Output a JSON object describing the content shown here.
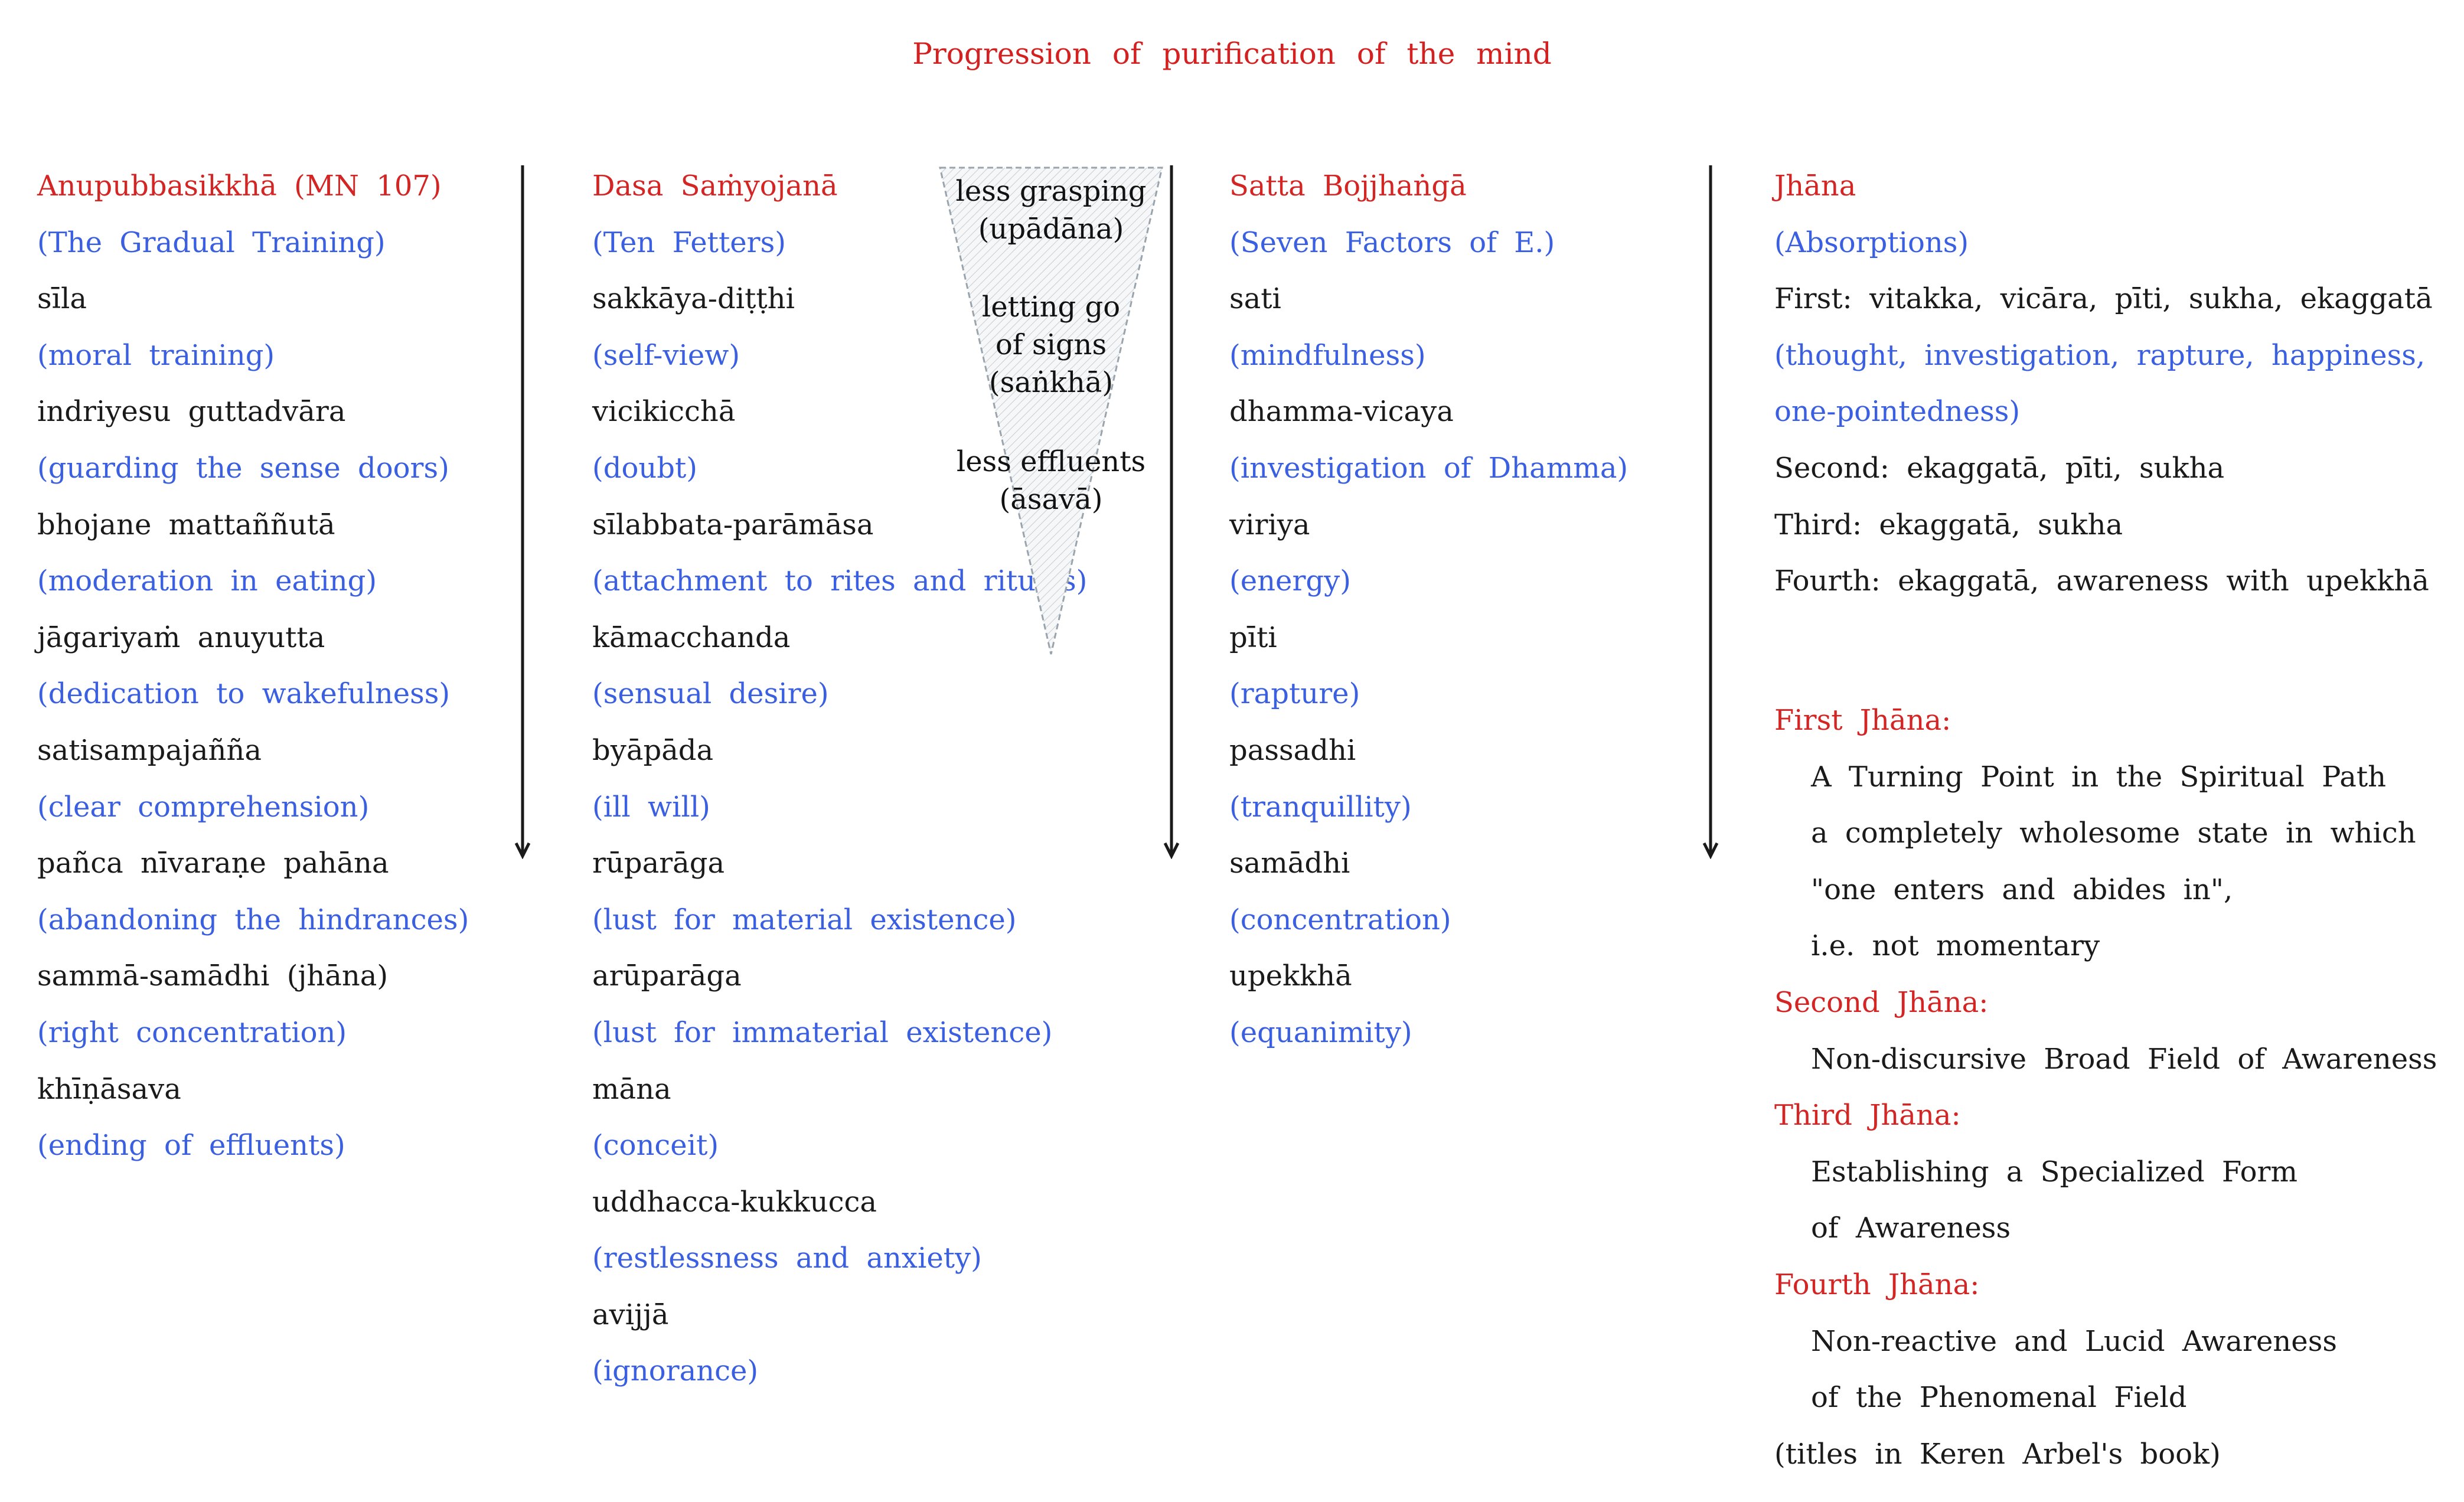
{
  "title": "Progression of purification of the mind",
  "columns": {
    "anupubba": {
      "lines": [
        {
          "text": "Anupubbasikkhā (MN 107)",
          "style": "red"
        },
        {
          "text": "(The Gradual Training)",
          "style": "blue"
        },
        {
          "text": "sīla",
          "style": "blk"
        },
        {
          "text": "(moral training)",
          "style": "blue"
        },
        {
          "text": "indriyesu guttadvāra",
          "style": "blk"
        },
        {
          "text": "(guarding the sense doors)",
          "style": "blue"
        },
        {
          "text": "bhojane mattaññutā",
          "style": "blk"
        },
        {
          "text": "(moderation in eating)",
          "style": "blue"
        },
        {
          "text": "jāgariyaṁ anuyutta",
          "style": "blk"
        },
        {
          "text": "(dedication to wakefulness)",
          "style": "blue"
        },
        {
          "text": "satisampajañña",
          "style": "blk"
        },
        {
          "text": "(clear comprehension)",
          "style": "blue"
        },
        {
          "text": "pañca nīvaraṇe pahāna",
          "style": "blk"
        },
        {
          "text": "(abandoning the hindrances)",
          "style": "blue"
        },
        {
          "text": "sammā-samādhi (jhāna)",
          "style": "blk"
        },
        {
          "text": "(right concentration)",
          "style": "blue"
        },
        {
          "text": "khīṇāsava",
          "style": "blk"
        },
        {
          "text": "(ending of effluents)",
          "style": "blue"
        }
      ]
    },
    "samyojana": {
      "lines": [
        {
          "text": "Dasa Saṁyojanā",
          "style": "red"
        },
        {
          "text": "(Ten Fetters)",
          "style": "blue"
        },
        {
          "text": "sakkāya-diṭṭhi",
          "style": "blk"
        },
        {
          "text": "(self-view)",
          "style": "blue"
        },
        {
          "text": "vicikicchā",
          "style": "blk"
        },
        {
          "text": "(doubt)",
          "style": "blue"
        },
        {
          "text": "sīlabbata-parāmāsa",
          "style": "blk"
        },
        {
          "text": "(attachment to rites and rituals)",
          "style": "blue"
        },
        {
          "text": "kāmacchanda",
          "style": "blk"
        },
        {
          "text": "(sensual desire)",
          "style": "blue"
        },
        {
          "text": "byāpāda",
          "style": "blk"
        },
        {
          "text": "(ill will)",
          "style": "blue"
        },
        {
          "text": "rūparāga",
          "style": "blk"
        },
        {
          "text": "(lust for material existence)",
          "style": "blue"
        },
        {
          "text": "arūparāga",
          "style": "blk"
        },
        {
          "text": "(lust for immaterial existence)",
          "style": "blue"
        },
        {
          "text": "māna",
          "style": "blk"
        },
        {
          "text": "(conceit)",
          "style": "blue"
        },
        {
          "text": "uddhacca-kukkucca",
          "style": "blk"
        },
        {
          "text": "(restlessness and anxiety)",
          "style": "blue"
        },
        {
          "text": "avijjā",
          "style": "blk"
        },
        {
          "text": "(ignorance)",
          "style": "blue"
        }
      ]
    },
    "bojjhanga": {
      "lines": [
        {
          "text": "Satta Bojjhaṅgā",
          "style": "red"
        },
        {
          "text": "(Seven Factors of E.)",
          "style": "blue"
        },
        {
          "text": "sati",
          "style": "blk"
        },
        {
          "text": "(mindfulness)",
          "style": "blue"
        },
        {
          "text": "dhamma-vicaya",
          "style": "blk"
        },
        {
          "text": "(investigation of Dhamma)",
          "style": "blue"
        },
        {
          "text": "viriya",
          "style": "blk"
        },
        {
          "text": "(energy)",
          "style": "blue"
        },
        {
          "text": "pīti",
          "style": "blk"
        },
        {
          "text": "(rapture)",
          "style": "blue"
        },
        {
          "text": "passadhi",
          "style": "blk"
        },
        {
          "text": "(tranquillity)",
          "style": "blue"
        },
        {
          "text": "samādhi",
          "style": "blk"
        },
        {
          "text": "(concentration)",
          "style": "blue"
        },
        {
          "text": "upekkhā",
          "style": "blk"
        },
        {
          "text": "(equanimity)",
          "style": "blue"
        }
      ]
    },
    "jhana": {
      "lines": [
        {
          "text": "Jhāna",
          "style": "red"
        },
        {
          "text": "(Absorptions)",
          "style": "blue"
        },
        {
          "text": "First: vitakka, vicāra, pīti, sukha, ekaggatā",
          "style": "blk"
        },
        {
          "text": "(thought, investigation, rapture, happiness,",
          "style": "blue"
        },
        {
          "text": "one-pointedness)",
          "style": "blue"
        },
        {
          "text": "Second: ekaggatā, pīti, sukha",
          "style": "blk"
        },
        {
          "text": "Third: ekaggatā, sukha",
          "style": "blk"
        },
        {
          "text": "Fourth: ekaggatā, awareness with upekkhā",
          "style": "blk"
        }
      ]
    },
    "jhana_titles": {
      "lines": [
        {
          "text": "First Jhāna:",
          "style": "red"
        },
        {
          "text": "A Turning Point in the Spiritual Path",
          "style": "blk ind"
        },
        {
          "text": "a completely wholesome state in which",
          "style": "blk ind"
        },
        {
          "text": "\"one enters and abides in\",",
          "style": "blk ind"
        },
        {
          "text": "i.e. not momentary",
          "style": "blk ind"
        },
        {
          "text": "Second Jhāna:",
          "style": "red"
        },
        {
          "text": "Non-discursive Broad Field of Awareness",
          "style": "blk ind"
        },
        {
          "text": "Third Jhāna:",
          "style": "red"
        },
        {
          "text": "Establishing a Specialized Form",
          "style": "blk ind"
        },
        {
          "text": "of Awareness",
          "style": "blk ind"
        },
        {
          "text": "Fourth Jhāna:",
          "style": "red"
        },
        {
          "text": "Non-reactive and Lucid Awareness",
          "style": "blk ind"
        },
        {
          "text": "of the Phenomenal Field",
          "style": "blk ind"
        },
        {
          "text": "(titles in Keren Arbel's book)",
          "style": "blk"
        }
      ]
    }
  },
  "funnel": {
    "labels": [
      {
        "line1": "less grasping",
        "line2": "(upādāna)"
      },
      {
        "line1": "letting go",
        "line2": "of signs",
        "line3": "(saṅkhā)"
      },
      {
        "line1": "less effluents",
        "line2": "(āsavā)"
      }
    ]
  },
  "colors": {
    "heading": "#d42525",
    "translation": "#3a5fe0",
    "term": "#1a1a1a"
  }
}
